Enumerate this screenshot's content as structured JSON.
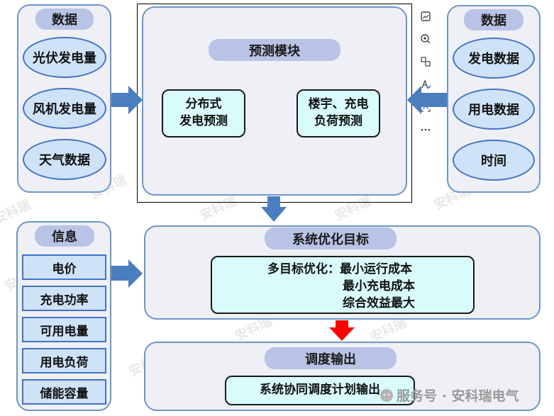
{
  "left_data": {
    "title": "数据",
    "items": [
      "光伏发电量",
      "风机发电量",
      "天气数据"
    ]
  },
  "right_data": {
    "title": "数据",
    "items": [
      "发电数据",
      "用电数据",
      "时间"
    ]
  },
  "forecast": {
    "title": "预测模块",
    "box_a": [
      "分布式",
      "发电预测"
    ],
    "box_b": [
      "楼宇、充电",
      "负荷预测"
    ]
  },
  "info": {
    "title": "信息",
    "items": [
      "电价",
      "充电功率",
      "可用电量",
      "用电负荷",
      "储能容量"
    ]
  },
  "optimization": {
    "title": "系统优化目标",
    "lines": [
      "多目标优化：最小运行成本",
      "最小充电成本",
      "综合效益最大"
    ]
  },
  "dispatch": {
    "title": "调度输出",
    "content": "系统协同调度计划输出"
  },
  "watermark": {
    "text": "安科瑞",
    "footer": "服务号 · 安科瑞电气"
  },
  "colors": {
    "panel_border": "#6f94c9",
    "arrow_blue": "#4a7ebf",
    "arrow_red": "#ff0000",
    "aqua_fill": "#d9fbfb"
  }
}
